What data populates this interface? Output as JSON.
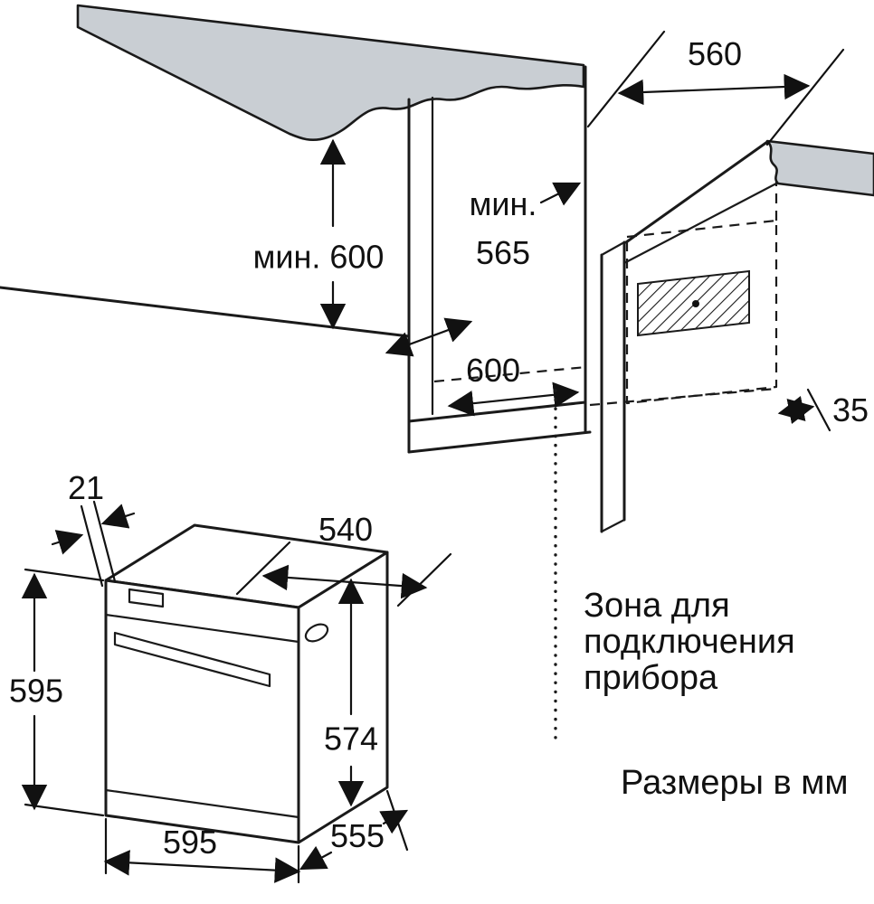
{
  "labels": {
    "zone_line1": "Зона для",
    "zone_line2": "подключения",
    "zone_line3": "прибора",
    "units_note": "Размеры в мм"
  },
  "dimensions": {
    "niche_width_top": "560",
    "worktop_min_height": "мин. 600",
    "min_word": "мин.",
    "niche_min_depth": "565",
    "niche_floor_width": "600",
    "rear_gap": "35",
    "door_protrusion": "21",
    "oven_top_width": "540",
    "oven_height": "595",
    "oven_rear_height": "574",
    "oven_width": "595",
    "oven_depth": "555"
  }
}
